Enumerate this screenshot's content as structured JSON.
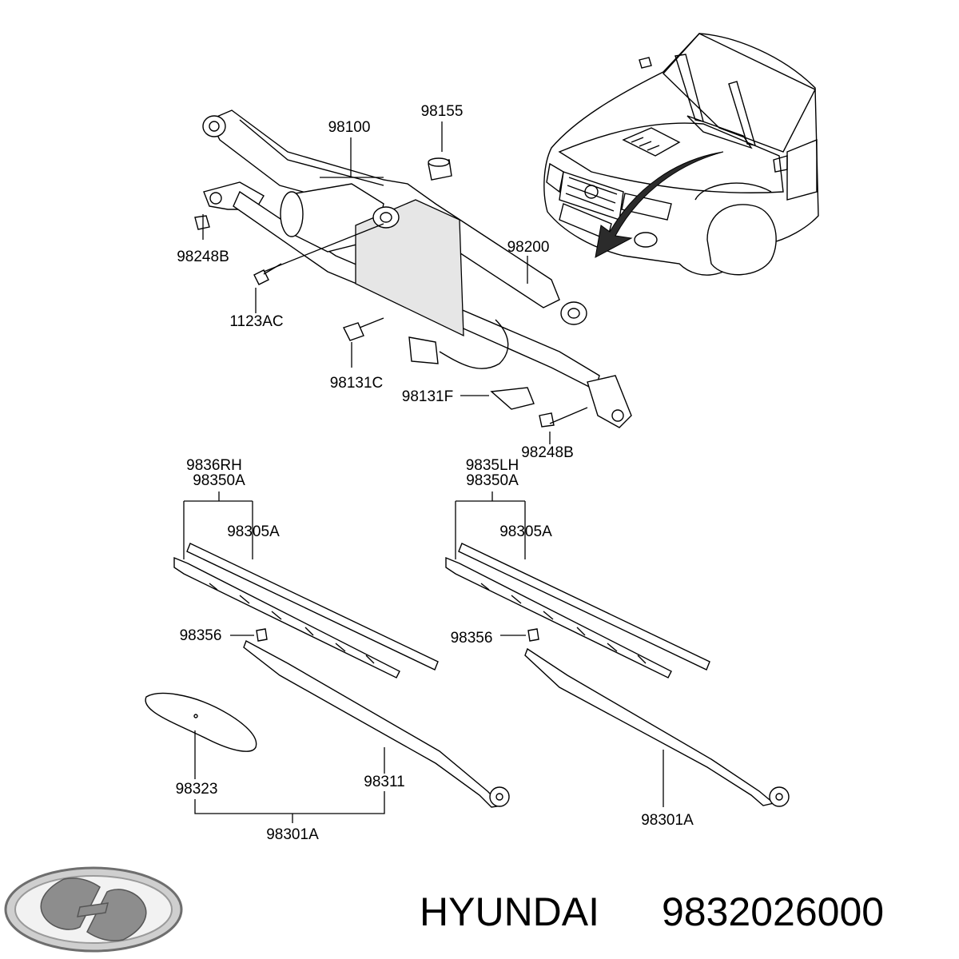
{
  "labels": {
    "p98100": "98100",
    "p98155": "98155",
    "p98248b_top": "98248B",
    "p1123ac": "1123AC",
    "p98200": "98200",
    "p98131c": "98131C",
    "p98131f": "98131F",
    "p98248b_bottom": "98248B",
    "p9836rh": "9836RH",
    "p98350a_left": "98350A",
    "p9835lh": "9835LH",
    "p98350a_right": "98350A",
    "p98305a_left": "98305A",
    "p98305a_right": "98305A",
    "p98356_left": "98356",
    "p98356_right": "98356",
    "p98323": "98323",
    "p98311": "98311",
    "p98301a_left": "98301A",
    "p98301a_right": "98301A"
  },
  "footer": {
    "brand": "HYUNDAI",
    "part_number": "9832026000"
  },
  "icons": {
    "logo": "hyundai-logo-icon",
    "vehicle": "suv-front-illustration",
    "arrow": "location-arrow-icon"
  }
}
